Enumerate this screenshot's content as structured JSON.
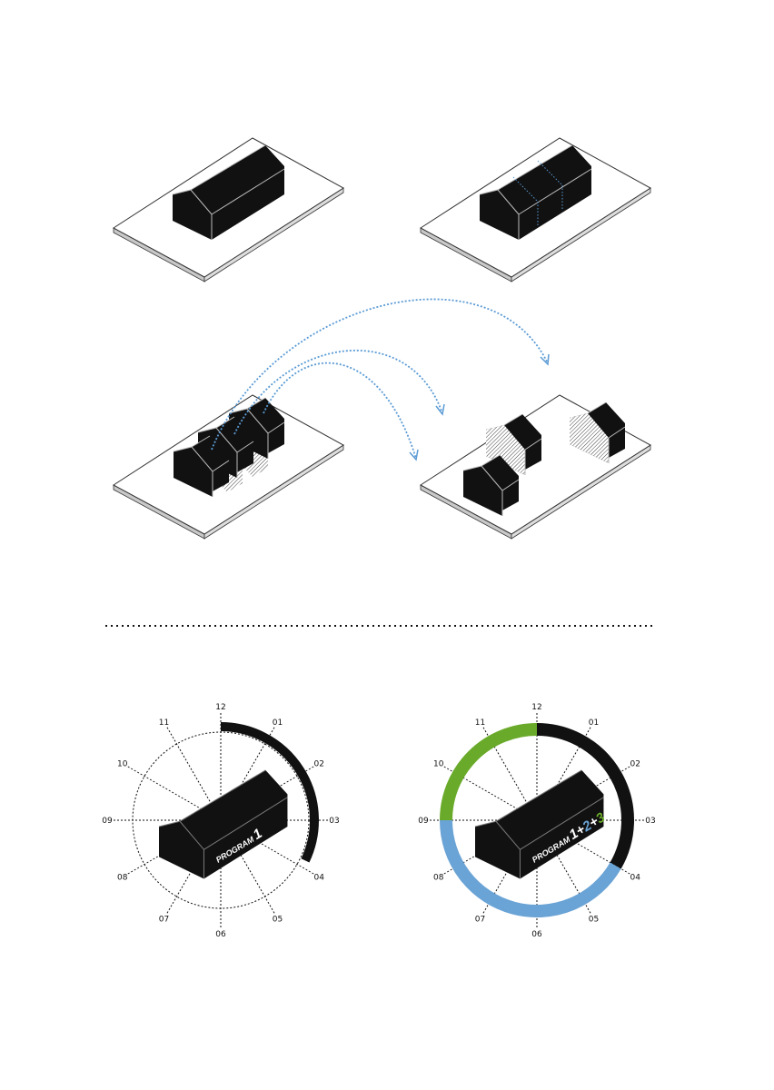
{
  "colors": {
    "house": "#111111",
    "arrow": "#5b9bd5",
    "black_program": "#111111",
    "blue_program": "#6aa3d5",
    "green_program": "#6aaa2a",
    "platform_edge": "#bbbbbb"
  },
  "clock_labels": [
    "12",
    "01",
    "02",
    "03",
    "04",
    "05",
    "06",
    "07",
    "08",
    "09",
    "10",
    "11"
  ],
  "clocks": [
    {
      "label_main": "PROGRAM ",
      "label_parts": [
        {
          "text": "1",
          "color": "#ffffff"
        }
      ],
      "dashed_ring": true,
      "segments": [
        {
          "from_hour": 0,
          "to_hour": 3.85,
          "color": "#111111"
        }
      ]
    },
    {
      "label_main": "PROGRAM ",
      "label_parts": [
        {
          "text": "1",
          "color": "#ffffff"
        },
        {
          "text": "+",
          "color": "#ffffff"
        },
        {
          "text": "2",
          "color": "#6aa3d5"
        },
        {
          "text": "+",
          "color": "#ffffff"
        },
        {
          "text": "3",
          "color": "#6aaa2a"
        }
      ],
      "dashed_ring": false,
      "segments": [
        {
          "from_hour": 0,
          "to_hour": 4,
          "color": "#111111"
        },
        {
          "from_hour": 4,
          "to_hour": 9,
          "color": "#6aa3d5"
        },
        {
          "from_hour": 9,
          "to_hour": 12,
          "color": "#6aaa2a"
        }
      ]
    }
  ]
}
